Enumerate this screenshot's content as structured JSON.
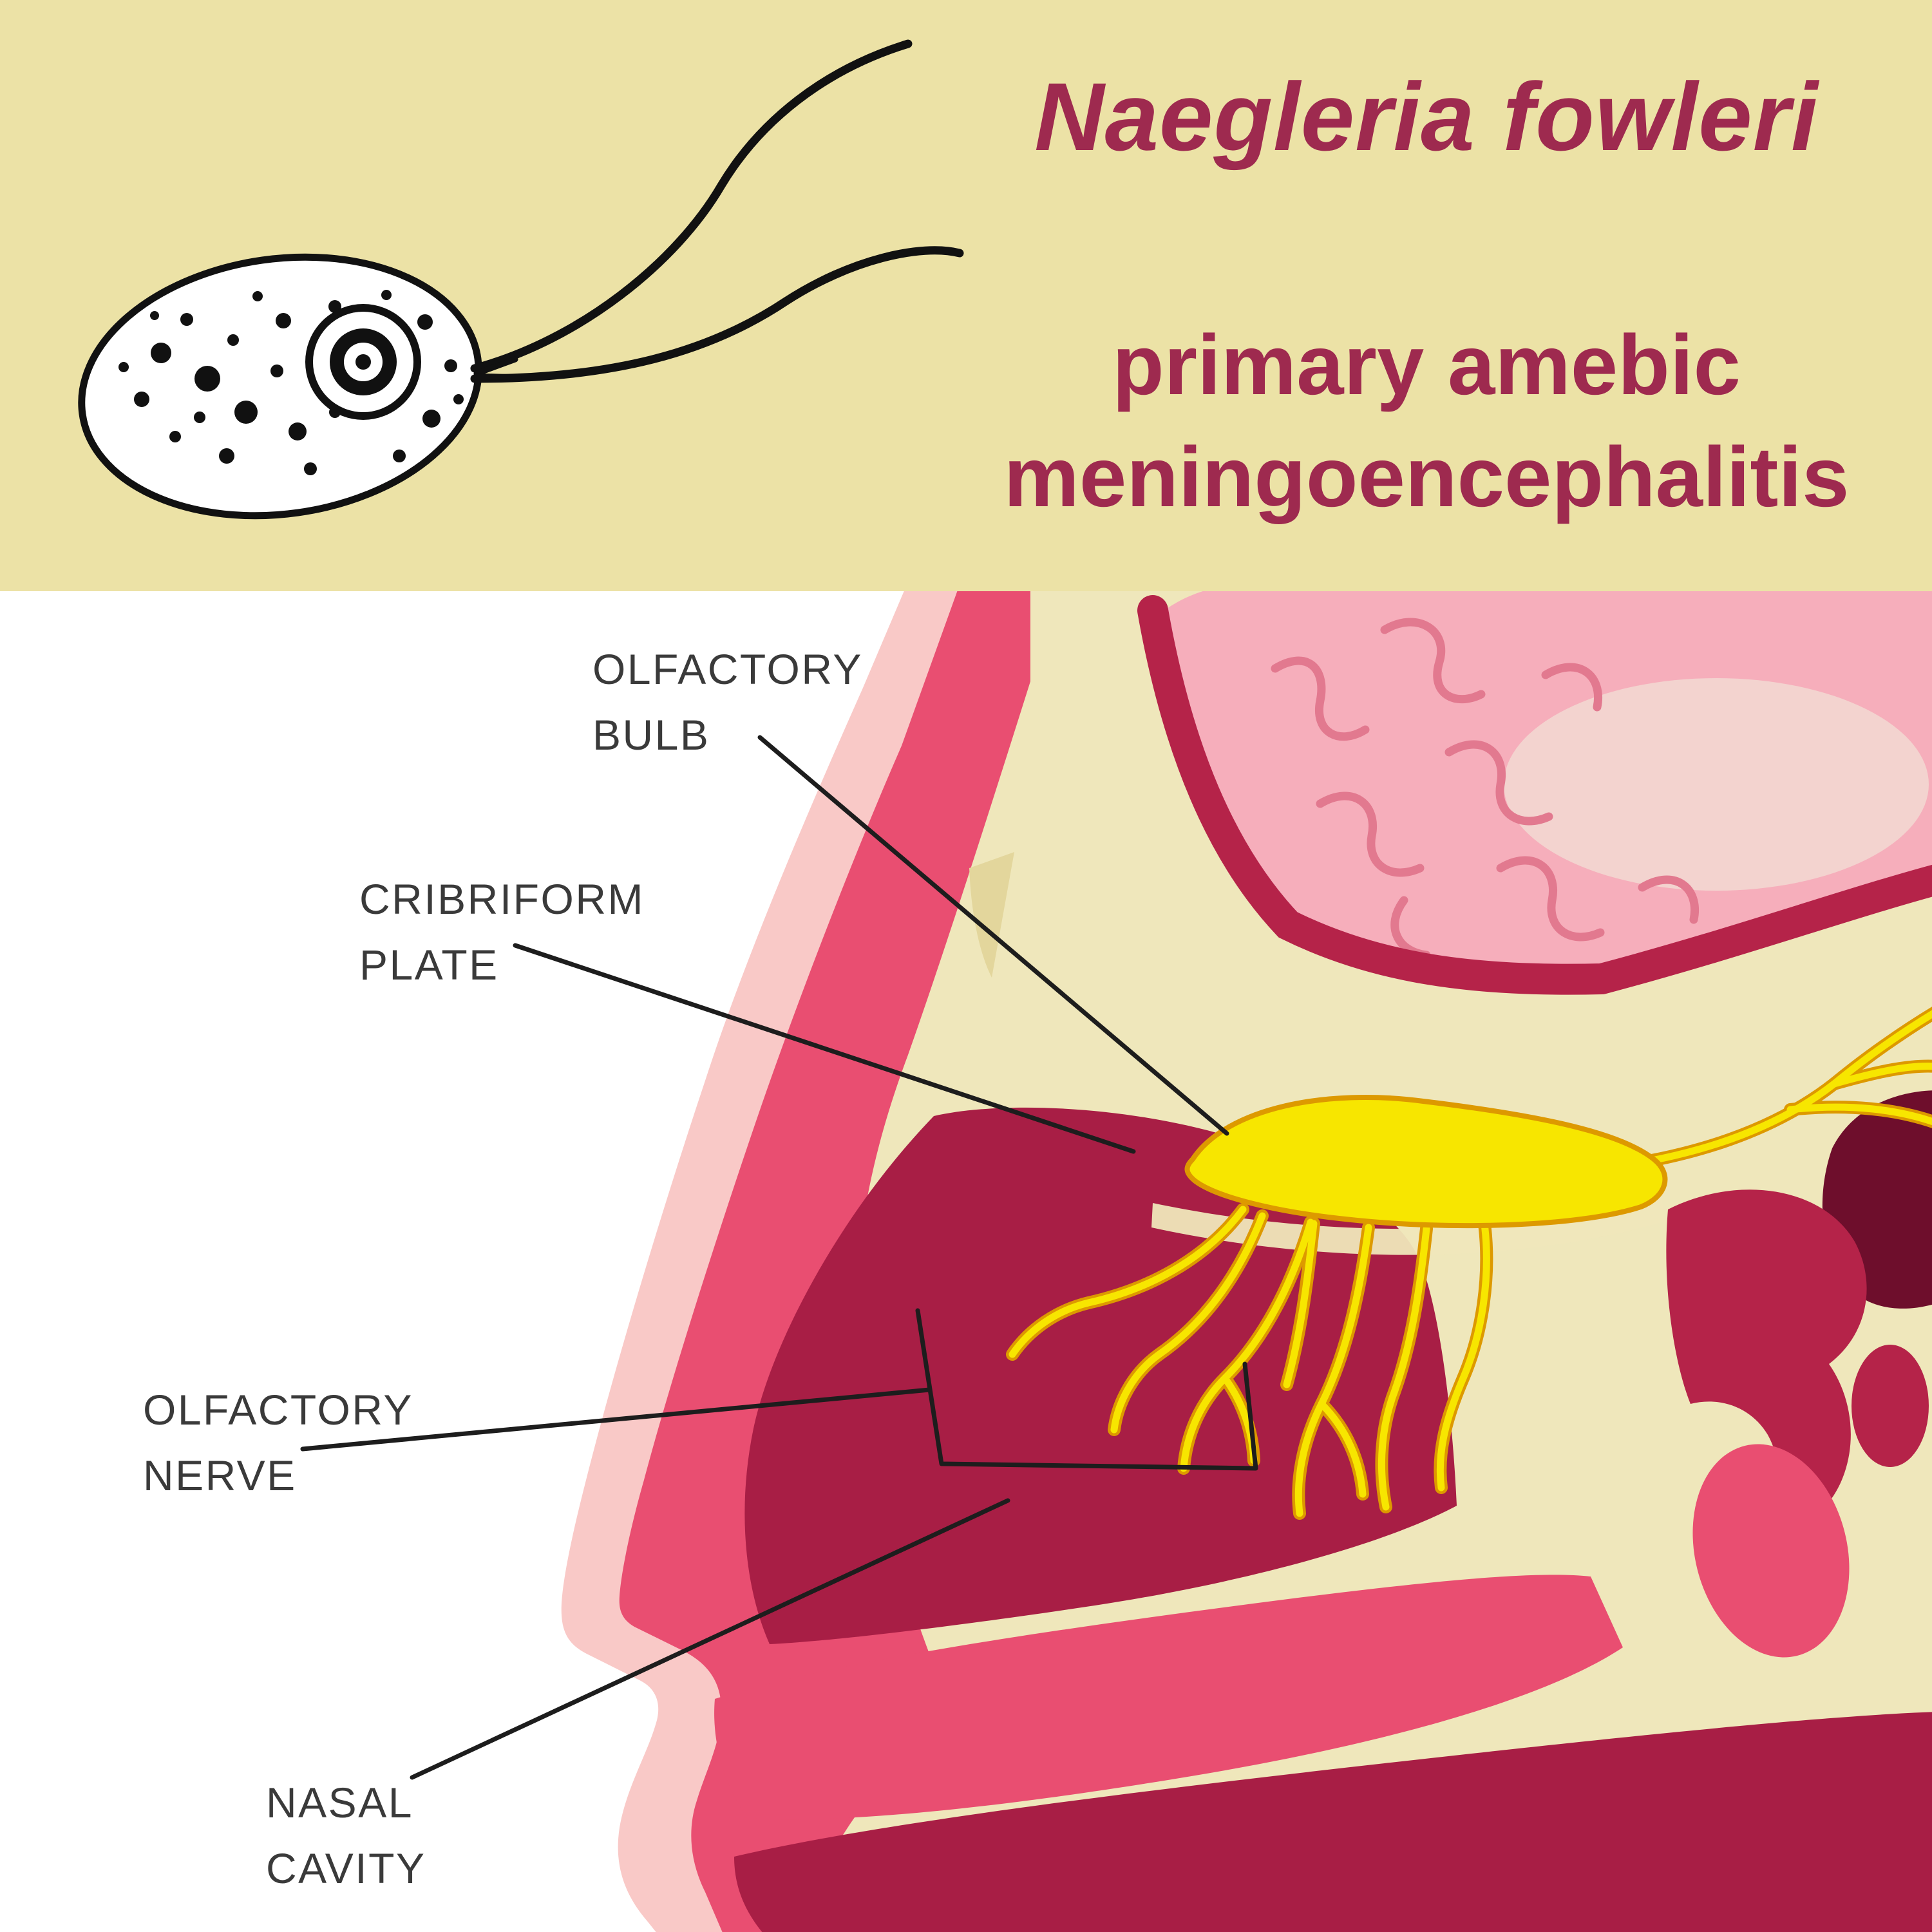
{
  "palette": {
    "banner_bg": "#ece2a6",
    "maroon": "#9e2a4f",
    "label_text": "#3a3a3a",
    "leader": "#1d1d1d",
    "skin": "#f9c9c7",
    "flesh": "#e94e71",
    "bone": "#efe7bb",
    "bone_shadow": "#e3d69c",
    "cavity": "#a81e45",
    "brain": "#f6aebb",
    "brain_inner": "#f3d3cf",
    "gyri": "#e2798f",
    "rim": "#b52349",
    "deep": "#6e0e2c",
    "nerve_yellow": "#f7e600",
    "nerve_orange": "#dd9900"
  },
  "banner": {
    "title": "Naegleria fowleri",
    "subtitle_line1": "primary amebic",
    "subtitle_line2": "meningoencephalitis"
  },
  "diagram": {
    "labels": {
      "olfactory_bulb": {
        "line1": "OLFACTORY",
        "line2": "BULB"
      },
      "cribriform_plate": {
        "line1": "CRIBRIFORM",
        "line2": "PLATE"
      },
      "olfactory_nerve": {
        "line1": "OLFACTORY",
        "line2": "NERVE"
      },
      "nasal_cavity": {
        "line1": "NASAL",
        "line2": "CAVITY"
      }
    }
  }
}
